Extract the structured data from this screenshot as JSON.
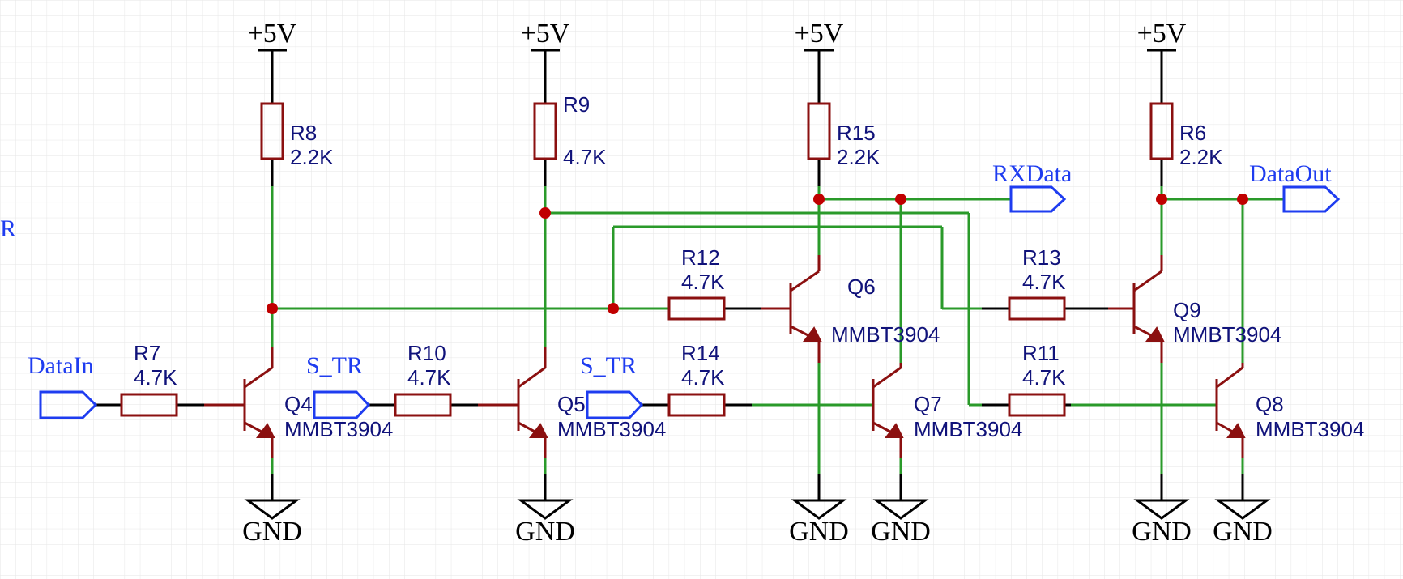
{
  "power": {
    "vcc_label": "+5V",
    "gnd_label": "GND"
  },
  "nets": {
    "edge_fragment": "R",
    "data_in": "DataIn",
    "s_tr": "S_TR",
    "rx_data": "RXData",
    "data_out": "DataOut"
  },
  "resistors": {
    "r8": {
      "ref": "R8",
      "value": "2.2K"
    },
    "r9": {
      "ref": "R9",
      "value": "4.7K"
    },
    "r15": {
      "ref": "R15",
      "value": "2.2K"
    },
    "r6": {
      "ref": "R6",
      "value": "2.2K"
    },
    "r7": {
      "ref": "R7",
      "value": "4.7K"
    },
    "r10": {
      "ref": "R10",
      "value": "4.7K"
    },
    "r12": {
      "ref": "R12",
      "value": "4.7K"
    },
    "r14": {
      "ref": "R14",
      "value": "4.7K"
    },
    "r13": {
      "ref": "R13",
      "value": "4.7K"
    },
    "r11": {
      "ref": "R11",
      "value": "4.7K"
    }
  },
  "transistors": {
    "q4": {
      "ref": "Q4",
      "part": "MMBT3904"
    },
    "q5": {
      "ref": "Q5",
      "part": "MMBT3904"
    },
    "q6": {
      "ref": "Q6",
      "part": "MMBT3904"
    },
    "q7": {
      "ref": "Q7",
      "part": "MMBT3904"
    },
    "q9": {
      "ref": "Q9",
      "part": "MMBT3904"
    },
    "q8": {
      "ref": "Q8",
      "part": "MMBT3904"
    }
  },
  "colors": {
    "wire": "#2a9a2a",
    "component": "#8b1010",
    "junction": "#c00000",
    "net_port": "#1e3cf0",
    "designator_text": "#10127a",
    "grid": "#e6e6e6"
  }
}
